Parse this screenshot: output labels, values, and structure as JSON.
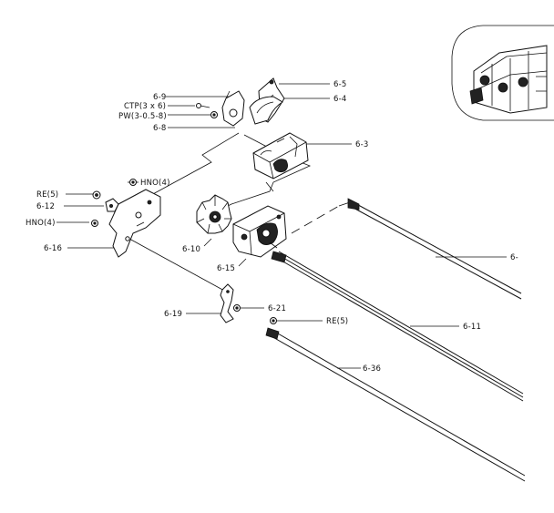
{
  "labels": {
    "l_6_5": "6-5",
    "l_6_9": "6-9",
    "l_6_4": "6-4",
    "l_ctp": "CTP(3 x 6)",
    "l_pw": "PW(3-0.5-8)",
    "l_6_8": "6-8",
    "l_6_3": "6-3",
    "l_hno_top": "HNO(4)",
    "l_re5_left": "RE(5)",
    "l_6_12": "6-12",
    "l_hno_left": "HNO(4)",
    "l_6_16": "6-16",
    "l_6_10": "6-10",
    "l_6_15": "6-15",
    "l_6_right": "6-",
    "l_6_21": "6-21",
    "l_6_19": "6-19",
    "l_re5_mid": "RE(5)",
    "l_6_11": "6-11",
    "l_6_36": "6-36"
  }
}
